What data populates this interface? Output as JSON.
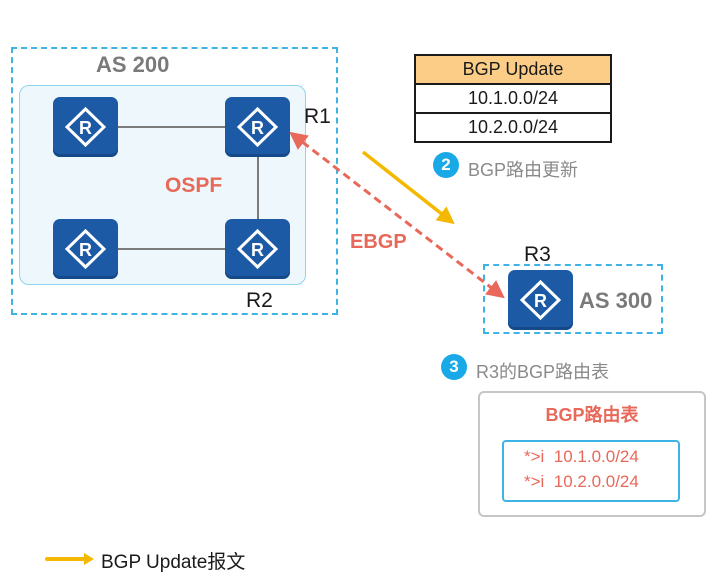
{
  "as200": {
    "label": "AS 200",
    "igp_label": "OSPF"
  },
  "as300": {
    "label": "AS 300"
  },
  "routers": {
    "r1": "R1",
    "r2": "R2",
    "r3": "R3",
    "icon_letter": "R"
  },
  "link_label": "EBGP",
  "update_table": {
    "header": "BGP Update",
    "rows": [
      "10.1.0.0/24",
      "10.2.0.0/24"
    ]
  },
  "step2": {
    "number": "2",
    "text": "BGP路由更新"
  },
  "step3": {
    "number": "3",
    "text": "R3的BGP路由表"
  },
  "routing_table": {
    "title": "BGP路由表",
    "rows": [
      "*>i  10.1.0.0/24",
      "*>i  10.2.0.0/24"
    ]
  },
  "legend": {
    "text": "BGP Update报文"
  },
  "colors": {
    "router": "#1c5aa6",
    "dashed_border": "#3fb3e6",
    "ebgp_link": "#e8685a",
    "update_arrow": "#f5b800",
    "table_header": "#fbcd86",
    "step_badge": "#19a9e6"
  }
}
